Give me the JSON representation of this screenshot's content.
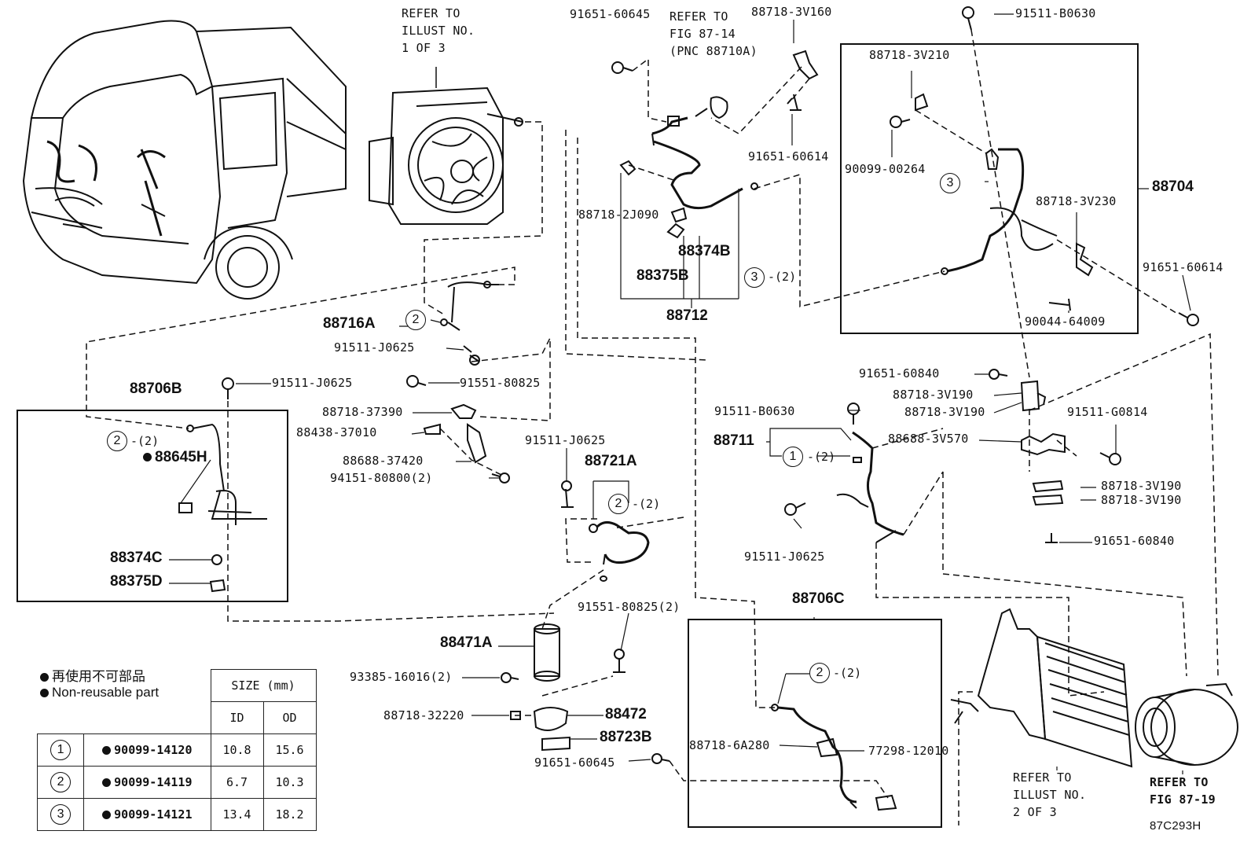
{
  "refs": {
    "illust1": "REFER TO\nILLUST NO.\n1 OF 3",
    "fig8714": "REFER TO\nFIG 87-14\n(PNC 88710A)",
    "illust2": "REFER TO\nILLUST NO.\n2 OF 3",
    "fig8719": "REFER TO\nFIG 87-19"
  },
  "labels": {
    "p91651_60645_top": "91651-60645",
    "p88718_3V160": "88718-3V160",
    "p91511_B0630_top": "91511-B0630",
    "p88718_3V210": "88718-3V210",
    "p90099_00264": "90099-00264",
    "p91651_60614_a": "91651-60614",
    "p88704": "88704",
    "p88718_3V230": "88718-3V230",
    "p91651_60614_b": "91651-60614",
    "p90044_64009": "90044-64009",
    "p88718_2J090": "88718-2J090",
    "p88374B": "88374B",
    "p88375B": "88375B",
    "p88712": "88712",
    "p88716A": "88716A",
    "p91511_J0625_a": "91511-J0625",
    "p88706B": "88706B",
    "p91511_J0625_b": "91511-J0625",
    "p91551_80825": "91551-80825",
    "p88718_37390": "88718-37390",
    "p88438_37010": "88438-37010",
    "p88688_37420": "88688-37420",
    "p94151_80800": "94151-80800(2)",
    "p88645H": "88645H",
    "p88374C": "88374C",
    "p88375D": "88375D",
    "p91511_J0625_c": "91511-J0625",
    "p88721A": "88721A",
    "p91651_60840_a": "91651-60840",
    "p88718_3V190_a": "88718-3V190",
    "p88718_3V190_b": "88718-3V190",
    "p91511_B0630_b": "91511-B0630",
    "p91511_G0814": "91511-G0814",
    "p88711": "88711",
    "p88688_3V570": "88688-3V570",
    "p88718_3V190_c": "88718-3V190",
    "p88718_3V190_d": "88718-3V190",
    "p91511_J0625_d": "91511-J0625",
    "p91651_60840_b": "91651-60840",
    "p91551_80825_2": "91551-80825(2)",
    "p88471A": "88471A",
    "p88706C": "88706C",
    "p93385_16016": "93385-16016(2)",
    "p88718_32220": "88718-32220",
    "p88472": "88472",
    "p88723B": "88723B",
    "p91651_60645_b": "91651-60645",
    "p88718_6A280": "88718-6A280",
    "p77298_12010": "77298-12010",
    "code": "87C293H"
  },
  "qty": {
    "q2_88716A": "2",
    "q3_88712": "3",
    "q3_88712_n": "-(2)",
    "q3_88704": "3",
    "q2_88706B": "2",
    "q2_88706B_n": "-(2)",
    "q2_88721A": "2",
    "q2_88721A_n": "-(2)",
    "q1_88711": "1",
    "q1_88711_n": "-(2)",
    "q2_88706C": "2",
    "q2_88706C_n": "-(2)"
  },
  "legend": {
    "jp": "再使用不可部品",
    "en": "Non-reusable part"
  },
  "size_table": {
    "header": "SIZE (mm)",
    "col_id": "ID",
    "col_od": "OD",
    "rows": [
      {
        "num": "1",
        "part": "90099-14120",
        "id": "10.8",
        "od": "15.6"
      },
      {
        "num": "2",
        "part": "90099-14119",
        "id": "6.7",
        "od": "10.3"
      },
      {
        "num": "3",
        "part": "90099-14121",
        "id": "13.4",
        "od": "18.2"
      }
    ]
  }
}
